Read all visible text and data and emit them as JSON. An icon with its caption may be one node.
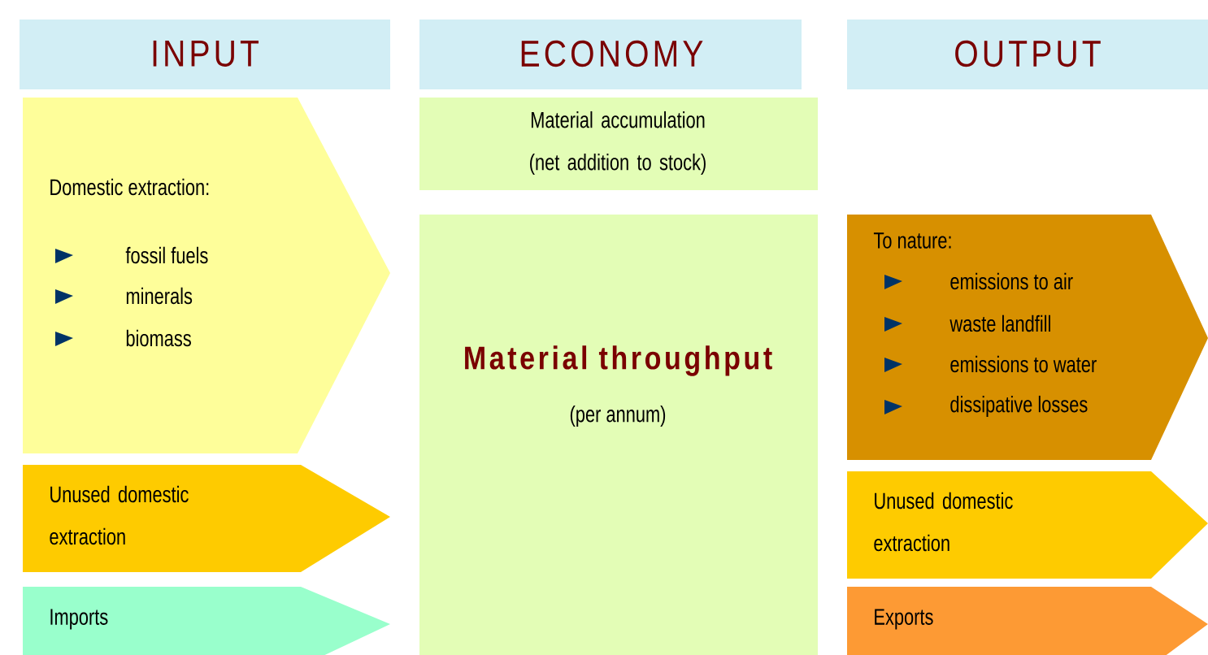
{
  "diagram": {
    "nodes": [
      {
        "text": [
          "INPUT"
        ]
      },
      {
        "text": [
          "ECONOMY"
        ]
      },
      {
        "text": [
          "OUTPUT"
        ]
      },
      {
        "text": [
          "Domestic extraction:",
          "fossil fuels",
          "minerals",
          "biomass"
        ]
      },
      {
        "text": [
          "Unused domestic extraction"
        ]
      },
      {
        "text": [
          "Imports"
        ]
      },
      {
        "text": [
          "Material accumulation (net addition to stock)"
        ]
      },
      {
        "text": [
          "Material throughput",
          "(per annum)"
        ]
      },
      {
        "text": [
          "To nature:",
          "emissions to air",
          "waste landfill",
          "emissions to water",
          "dissipative losses"
        ]
      },
      {
        "text": [
          "Unused domestic extraction"
        ]
      },
      {
        "text": [
          "Exports"
        ]
      }
    ]
  }
}
